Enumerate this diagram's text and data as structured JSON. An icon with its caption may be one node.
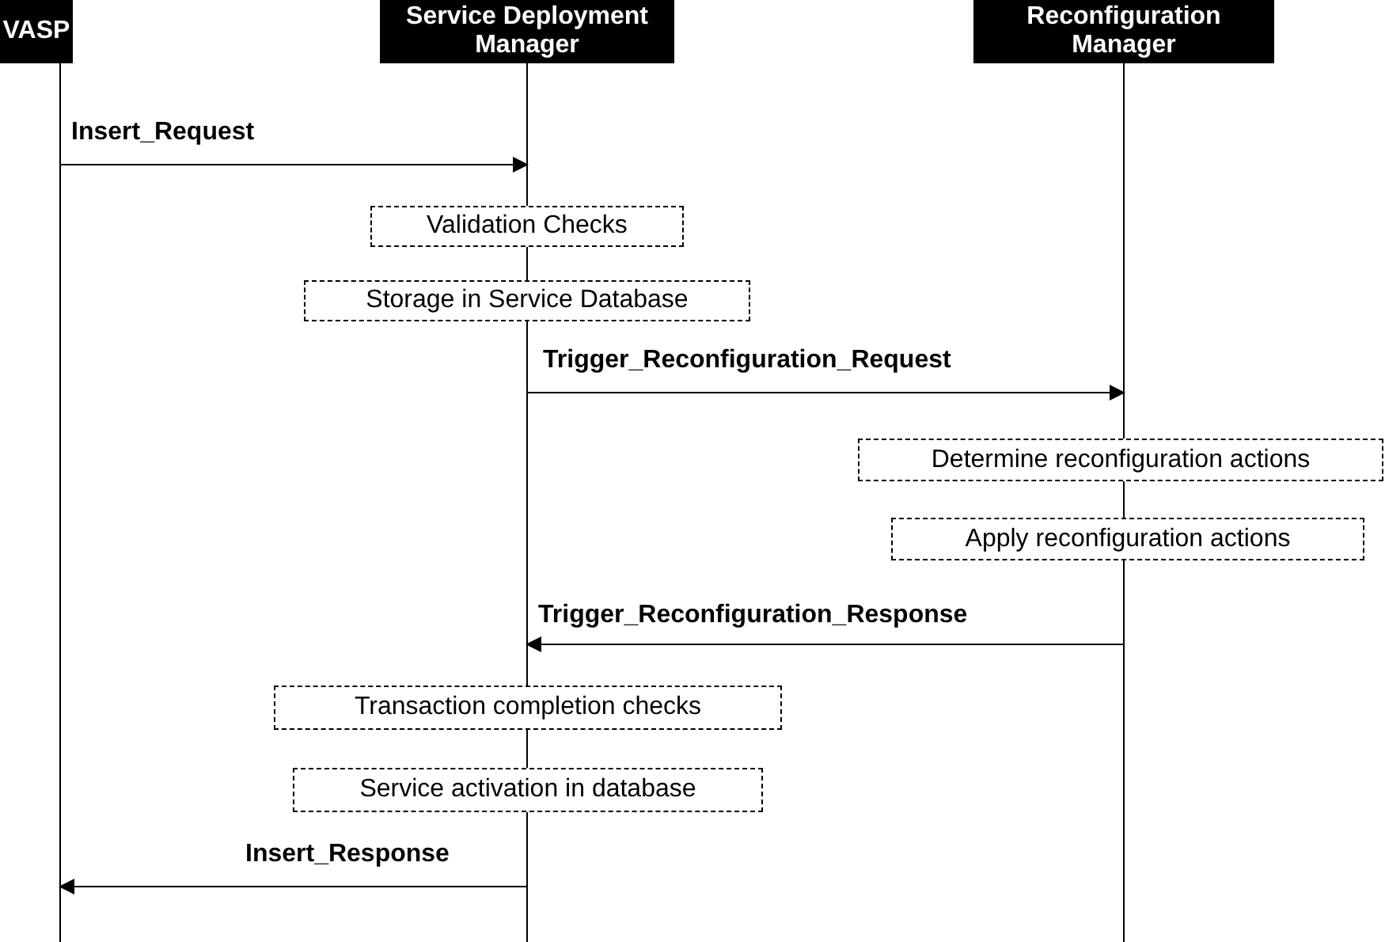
{
  "diagram": {
    "nodes": [
      {
        "text": [
          "VASP"
        ]
      },
      {
        "text": [
          "Service Deployment Manager"
        ]
      },
      {
        "text": [
          "Reconfiguration Manager"
        ]
      },
      {
        "text": [
          "Validation Checks"
        ]
      },
      {
        "text": [
          "Storage in Service Database"
        ]
      },
      {
        "text": [
          "Determine reconfiguration actions"
        ]
      },
      {
        "text": [
          "Apply reconfiguration actions"
        ]
      },
      {
        "text": [
          "Transaction completion checks"
        ]
      },
      {
        "text": [
          "Service activation in database"
        ]
      }
    ],
    "edges": [
      {
        "from": 0,
        "to": 1,
        "arrow": "to",
        "label": "Insert_Request"
      },
      {
        "from": 1,
        "to": 2,
        "arrow": "to",
        "label": "Trigger_Reconfiguration_Request"
      },
      {
        "from": 2,
        "to": 1,
        "arrow": "to",
        "label": "Trigger_Reconfiguration_Response"
      },
      {
        "from": 1,
        "to": 0,
        "arrow": "to",
        "label": "Insert_Response"
      }
    ]
  }
}
